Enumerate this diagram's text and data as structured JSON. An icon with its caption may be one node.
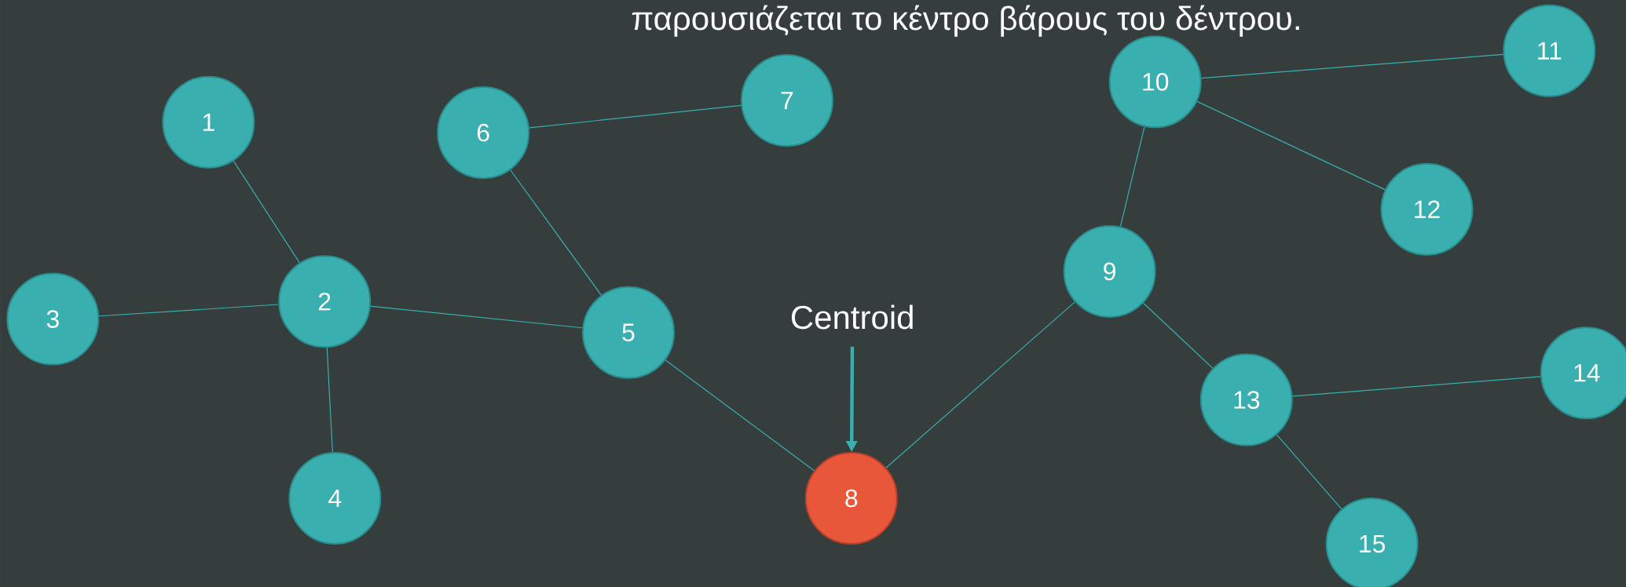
{
  "diagram": {
    "nodes": [
      {
        "text": [
          "1"
        ]
      },
      {
        "text": [
          "2"
        ]
      },
      {
        "text": [
          "3"
        ]
      },
      {
        "text": [
          "4"
        ]
      },
      {
        "text": [
          "5"
        ]
      },
      {
        "text": [
          "6"
        ]
      },
      {
        "text": [
          "7"
        ]
      },
      {
        "text": [
          "8"
        ]
      },
      {
        "text": [
          "9"
        ]
      },
      {
        "text": [
          "10"
        ]
      },
      {
        "text": [
          "11"
        ]
      },
      {
        "text": [
          "12"
        ]
      },
      {
        "text": [
          "13"
        ]
      },
      {
        "text": [
          "14"
        ]
      },
      {
        "text": [
          "15"
        ]
      },
      {
        "text": [
          "Centroid"
        ]
      }
    ],
    "edges": [
      {
        "from": 0,
        "to": 1,
        "arrow": "none"
      },
      {
        "from": 1,
        "to": 2,
        "arrow": "none"
      },
      {
        "from": 1,
        "to": 3,
        "arrow": "none"
      },
      {
        "from": 1,
        "to": 4,
        "arrow": "none"
      },
      {
        "from": 4,
        "to": 5,
        "arrow": "none"
      },
      {
        "from": 5,
        "to": 6,
        "arrow": "none"
      },
      {
        "from": 4,
        "to": 7,
        "arrow": "none"
      },
      {
        "from": 7,
        "to": 8,
        "arrow": "none"
      },
      {
        "from": 8,
        "to": 9,
        "arrow": "none"
      },
      {
        "from": 9,
        "to": 10,
        "arrow": "none"
      },
      {
        "from": 9,
        "to": 11,
        "arrow": "none"
      },
      {
        "from": 8,
        "to": 12,
        "arrow": "none"
      },
      {
        "from": 12,
        "to": 13,
        "arrow": "none"
      },
      {
        "from": 12,
        "to": 14,
        "arrow": "none"
      },
      {
        "from": 15,
        "to": 7,
        "arrow": "to",
        "style": "thick"
      }
    ],
    "labels": [
      "παρουσιάζεται το κέντρο βάρους του δέντρου."
    ]
  }
}
